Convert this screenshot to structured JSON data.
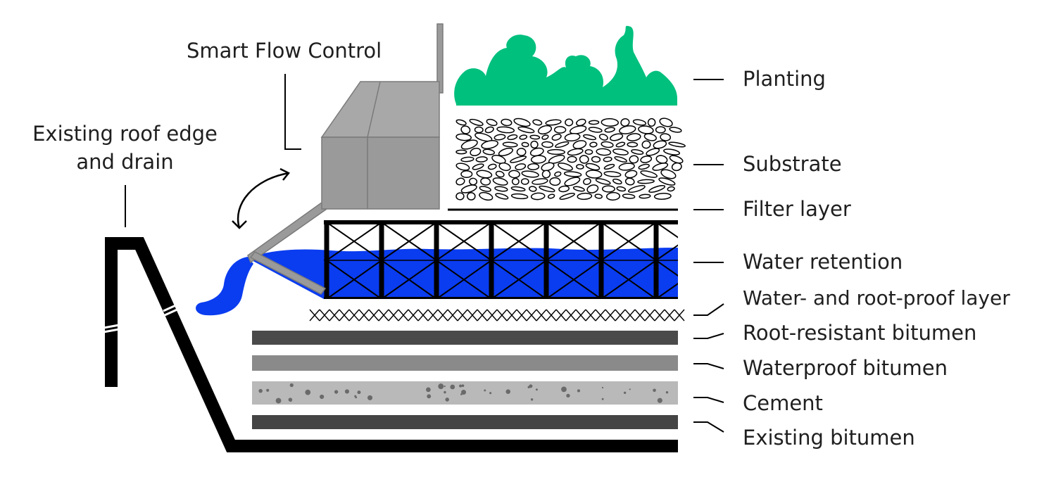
{
  "callouts": {
    "smart_flow_control": "Smart Flow Control",
    "roof_edge_line1": "Existing roof edge",
    "roof_edge_line2": "and drain"
  },
  "layers": [
    "Planting",
    "Substrate",
    "Filter layer",
    "Water retention",
    "Water- and root-proof layer",
    "Root-resistant bitumen",
    "Waterproof bitumen",
    "Cement",
    "Existing bitumen"
  ],
  "colors": {
    "planting": "#00c07e",
    "water": "#0a3cf0",
    "device": "#9a9a9a",
    "device_edge": "#7a7a7a",
    "root_bitumen": "#4a4a4a",
    "waterproof_bitumen": "#8a8a8a",
    "cement": "#b9b9b9",
    "existing_bitumen": "#444444",
    "line": "#000000"
  }
}
